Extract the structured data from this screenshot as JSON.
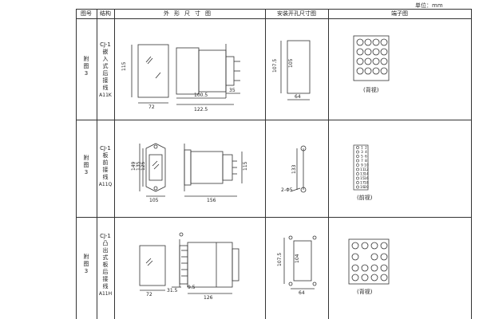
{
  "unit_label": "单位：mm",
  "header": {
    "figure_no": "图号",
    "structure": "结构",
    "outline": "外形尺寸图",
    "mounting": "安装开孔尺寸图",
    "terminal": "端子图"
  },
  "rows": [
    {
      "figure": [
        "附",
        "图",
        "3"
      ],
      "model": "CJ-1",
      "structure": [
        "嵌",
        "入",
        "式",
        "后",
        "接",
        "线"
      ],
      "code": "A11K",
      "dims": {
        "front_h": "115",
        "front_w": "72",
        "side_body": "100.5",
        "side_total": "122.5",
        "side_tail": "35",
        "hole_h": "107.5",
        "hole_h2": "105",
        "hole_w": "64"
      },
      "view": "(背视)"
    },
    {
      "figure": [
        "附",
        "图",
        "3"
      ],
      "model": "CJ-1",
      "structure": [
        "板",
        "前",
        "接",
        "线"
      ],
      "code": "A11Q",
      "dims": {
        "front_h1": "149",
        "front_h2": "135",
        "front_h3": "125",
        "front_w": "105",
        "side_h": "115",
        "side_total": "156",
        "hole_h": "133",
        "hole_d": "2-Φ5"
      },
      "view": "(前视)",
      "terminals": [
        "1",
        "2",
        "3",
        "4",
        "5",
        "6",
        "7",
        "8",
        "9",
        "10",
        "11",
        "12",
        "13",
        "14",
        "15",
        "16",
        "17",
        "18",
        "19",
        "20"
      ]
    },
    {
      "figure": [
        "附",
        "图",
        "3"
      ],
      "model": "CJ-1",
      "structure": [
        "凸",
        "出",
        "式",
        "板",
        "后",
        "接",
        "线"
      ],
      "code": "A11H",
      "dims": {
        "front_w": "72",
        "side_a": "31.5",
        "side_b": "9.5",
        "side_total": "126",
        "hole_h": "107.5",
        "hole_h2": "104",
        "hole_w": "64"
      },
      "view": "(背视)"
    }
  ]
}
